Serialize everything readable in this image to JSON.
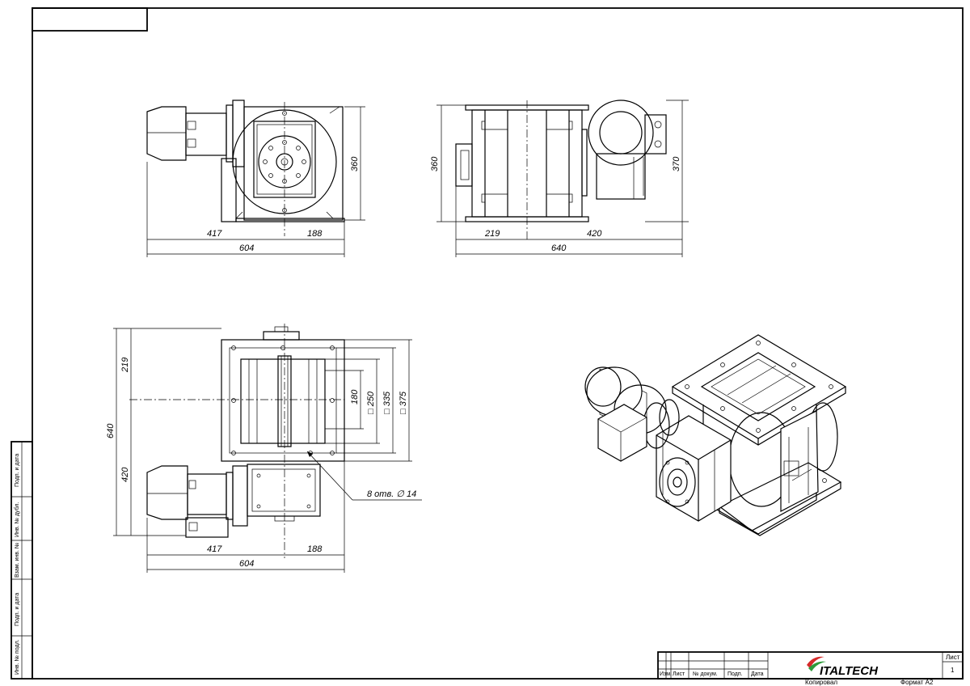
{
  "dims": {
    "top_left_417": "417",
    "top_left_188": "188",
    "top_left_604": "604",
    "top_left_360": "360",
    "top_right_219": "219",
    "top_right_420": "420",
    "top_right_640": "640",
    "top_right_360": "360",
    "top_right_370": "370",
    "bottom_219": "219",
    "bottom_420": "420",
    "bottom_640": "640",
    "bottom_180": "180",
    "bottom_250": "□ 250",
    "bottom_335": "□ 335",
    "bottom_375": "□ 375",
    "bottom_417": "417",
    "bottom_188": "188",
    "bottom_604": "604",
    "holes_callout": "8 отв. ∅ 14"
  },
  "side_stamp": [
    "Подп. и дата",
    "Инв. № дубл.",
    "Взам. инв. №",
    "Подп. и дата",
    "Инв. № подл."
  ],
  "title_block": {
    "headers": [
      "Изм.",
      "Лист",
      "№ докум.",
      "Подп.",
      "Дата"
    ],
    "logo_text": "ITALTECH",
    "sheet_label": "Лист",
    "sheet_number": "1",
    "copied_label": "Копировал",
    "format_label": "Формат А2"
  },
  "colors": {
    "line": "#000000",
    "logo_red": "#d62a2a",
    "logo_green": "#2e9b3a"
  }
}
